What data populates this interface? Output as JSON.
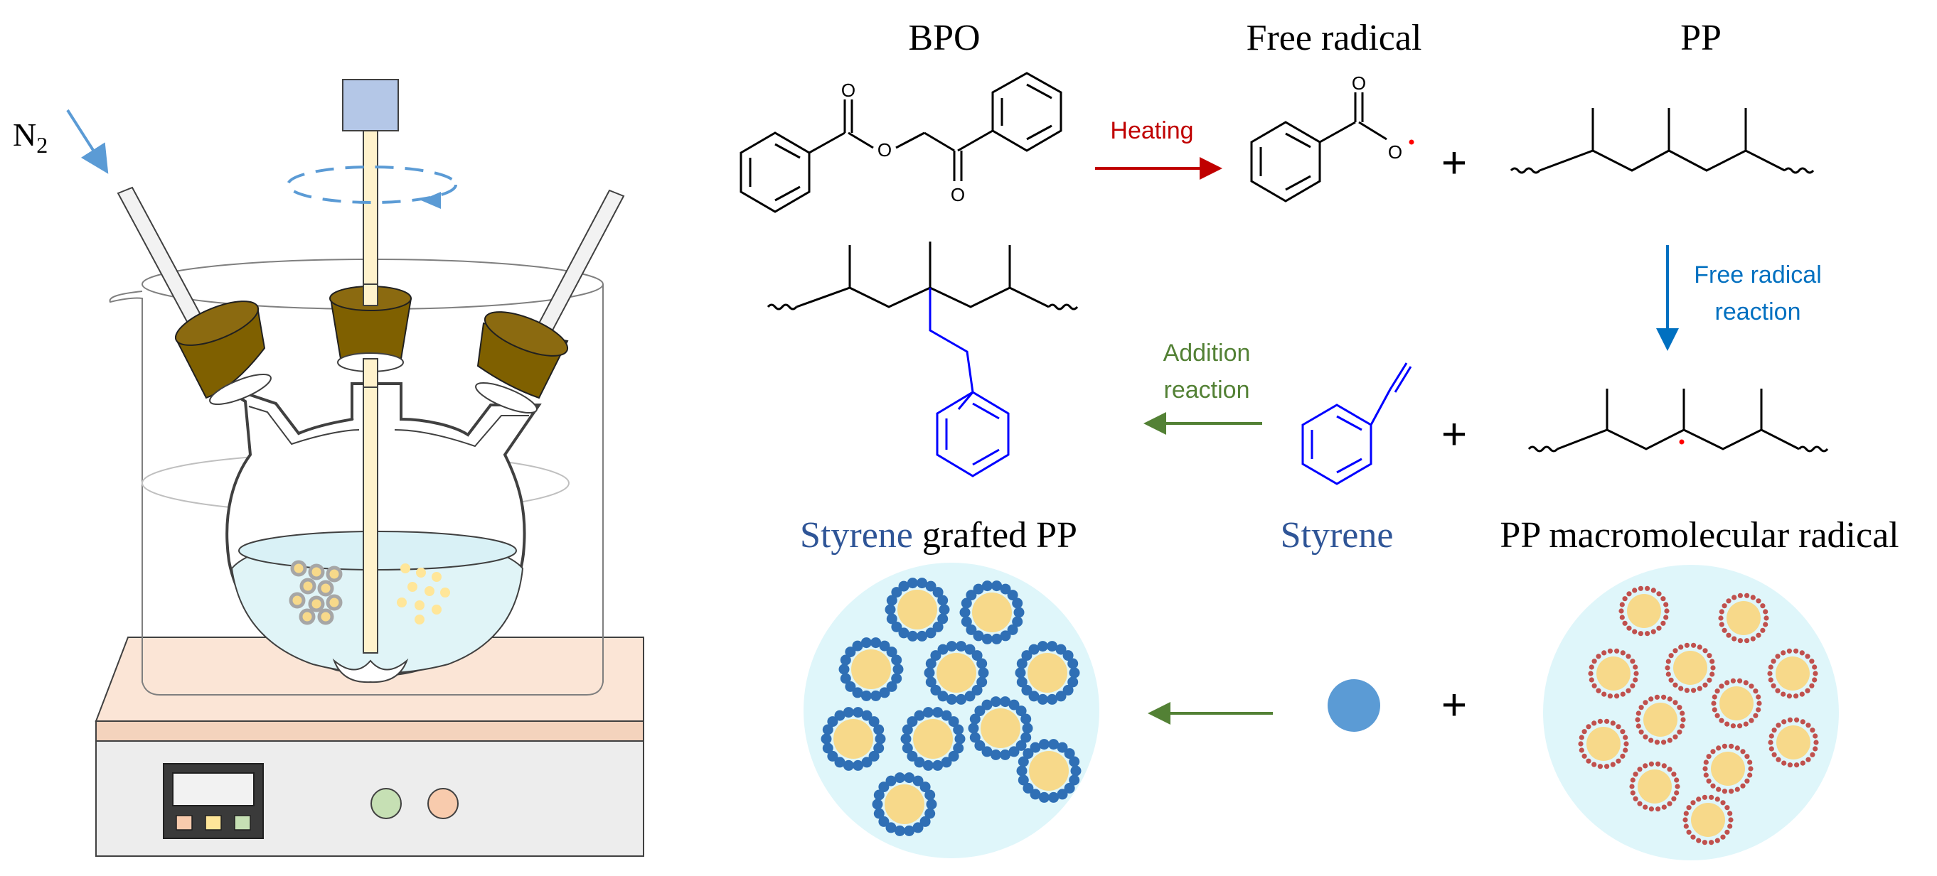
{
  "apparatus": {
    "gas_label": "N",
    "gas_subscript": "2"
  },
  "reaction": {
    "reactant_bpo": "BPO",
    "product_free_radical": "Free radical",
    "reactant_pp": "PP",
    "step_heating": "Heating",
    "step_free_radical_1": "Free radical",
    "step_free_radical_2": "reaction",
    "step_addition_1": "Addition",
    "step_addition_2": "reaction",
    "monomer_styrene": "Styrene",
    "macroradical": "PP macromolecular radical",
    "grafted_styrene": "Styrene",
    "grafted_rest": " grafted PP",
    "plus_sign": "+",
    "carbonyl_o": "O",
    "ether_o": "O"
  },
  "colors": {
    "heating_arrow": "#c00000",
    "free_radical_arrow": "#0070c0",
    "addition_arrow": "#538135",
    "styrene_structure": "#0000ff",
    "styrene_label": "#2f5597",
    "radical_dot": "#ff0000",
    "particle_core": "#f7d98a",
    "particle_shell_pp": "#c0504d",
    "particle_shell_styrene": "#2f6fb5",
    "dispersion_bg": "#dff6fa",
    "stopper": "#7f6000",
    "stirrer_motor": "#b4c7e7"
  }
}
